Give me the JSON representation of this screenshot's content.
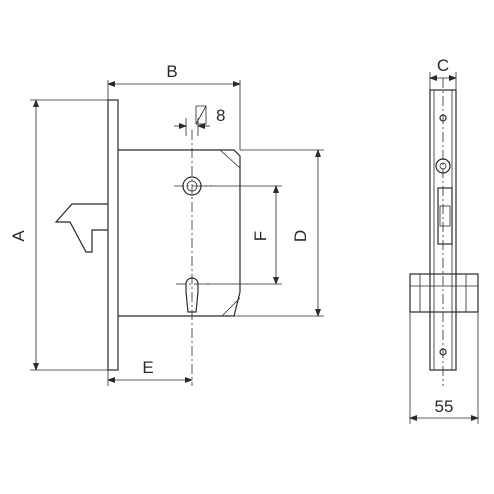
{
  "labels": {
    "a": "A",
    "b": "B",
    "c": "C",
    "d": "D",
    "e": "E",
    "f": "F",
    "eight": "8",
    "fifty_five": "55"
  }
}
